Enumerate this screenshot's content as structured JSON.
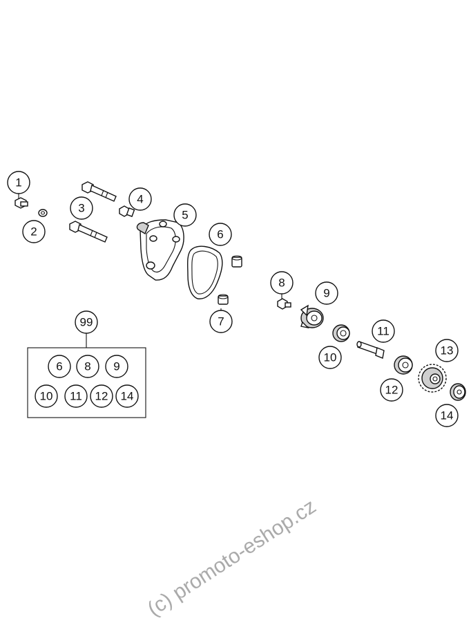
{
  "callouts": {
    "c1": "1",
    "c2": "2",
    "c3": "3",
    "c4": "4",
    "c5": "5",
    "c6": "6",
    "c7": "7",
    "c8": "8",
    "c9": "9",
    "c10": "10",
    "c11": "11",
    "c12": "12",
    "c13": "13",
    "c14": "14"
  },
  "kit": {
    "number": "99",
    "items": [
      "6",
      "8",
      "9",
      "10",
      "11",
      "12",
      "14"
    ]
  },
  "watermark": "(c) promoto-eshop.cz"
}
